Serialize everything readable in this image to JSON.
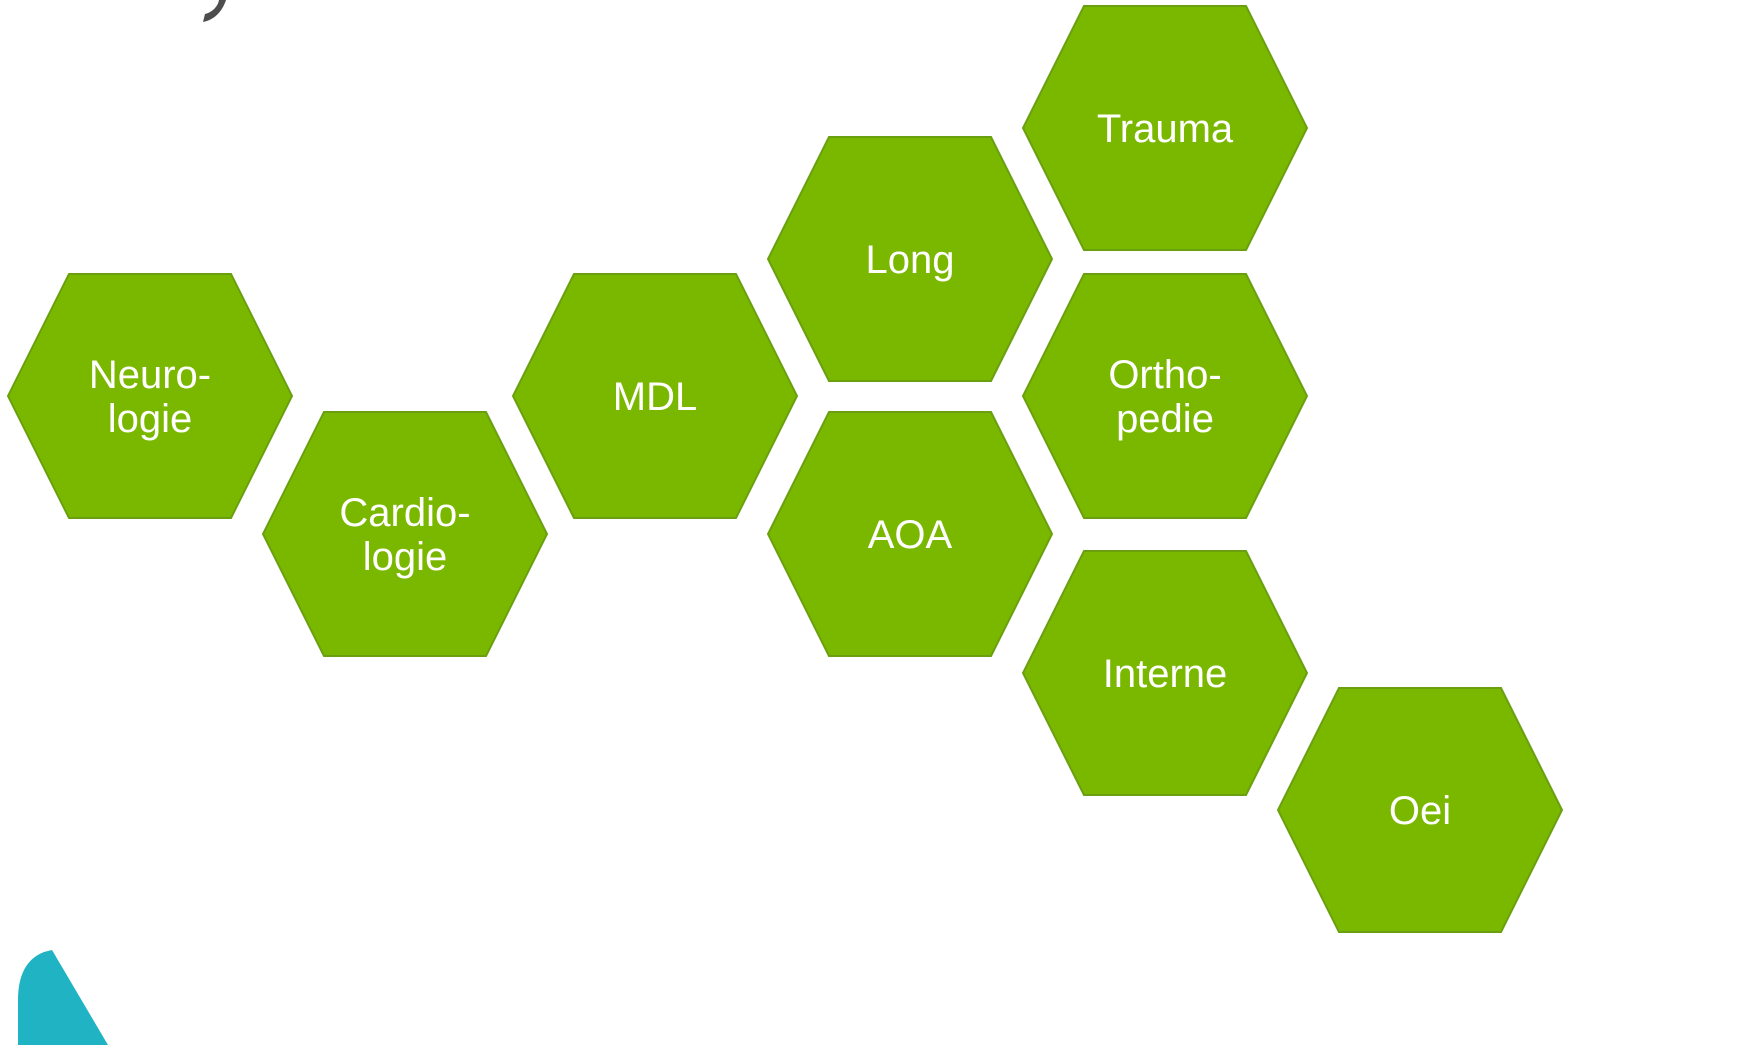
{
  "colors": {
    "hexagon_fill": "#7ab800",
    "hexagon_stroke": "#6a9f10",
    "label_text": "#ffffff",
    "accent_logo": "#1fb3c4",
    "heading_fragment": "#4d4d4d"
  },
  "hexagons": [
    {
      "id": "neurologie",
      "lines": [
        "Neuro-",
        "logie"
      ]
    },
    {
      "id": "cardiologie",
      "lines": [
        "Cardio-",
        "logie"
      ]
    },
    {
      "id": "mdl",
      "lines": [
        "MDL"
      ]
    },
    {
      "id": "long",
      "lines": [
        "Long"
      ]
    },
    {
      "id": "aoa",
      "lines": [
        "AOA"
      ]
    },
    {
      "id": "trauma",
      "lines": [
        "Trauma"
      ]
    },
    {
      "id": "orthopedie",
      "lines": [
        "Ortho-",
        "pedie"
      ]
    },
    {
      "id": "interne",
      "lines": [
        "Interne"
      ]
    },
    {
      "id": "oei",
      "lines": [
        "Oei"
      ]
    }
  ]
}
